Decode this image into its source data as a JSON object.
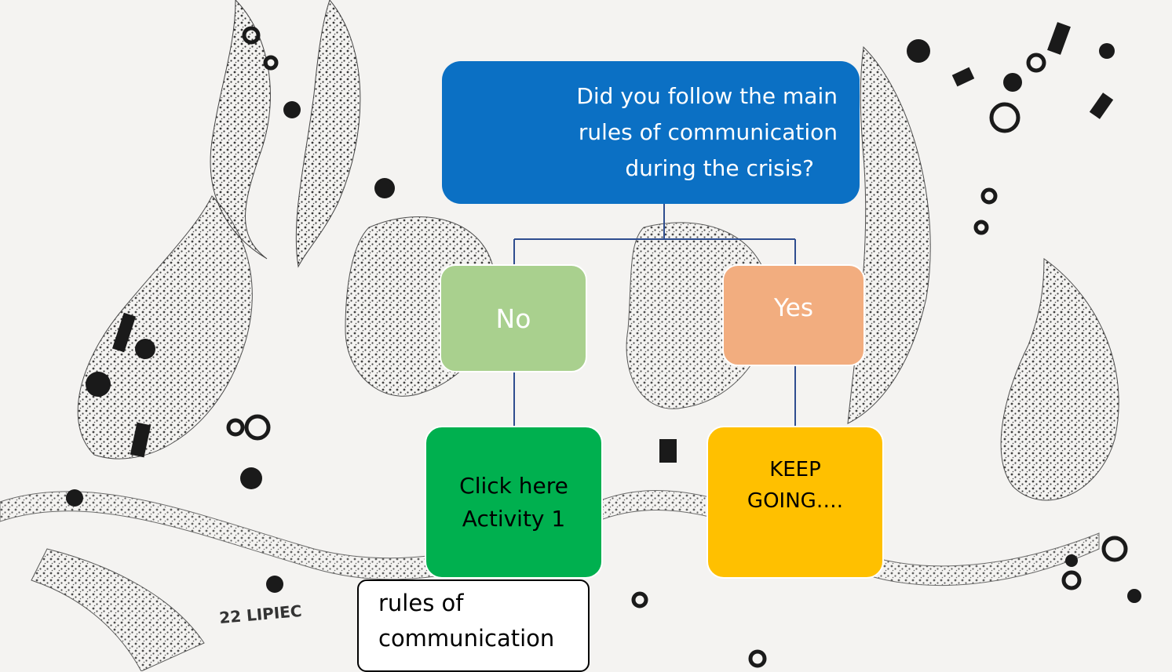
{
  "diagram": {
    "question": [
      "Did you follow the main",
      "rules of communication",
      "during the crisis?"
    ],
    "no_label": "No",
    "yes_label": "Yes",
    "activity": [
      "Click here",
      "Activity 1"
    ],
    "keep_going": [
      "KEEP",
      "GOING…."
    ]
  },
  "note": [
    "rules of",
    "communication"
  ],
  "colors": {
    "question": "#0b70c4",
    "no": "#a9d08e",
    "yes": "#f2ad7f",
    "activity": "#00b04f",
    "keep_going": "#ffc000",
    "connector": "#2e4d8f"
  }
}
